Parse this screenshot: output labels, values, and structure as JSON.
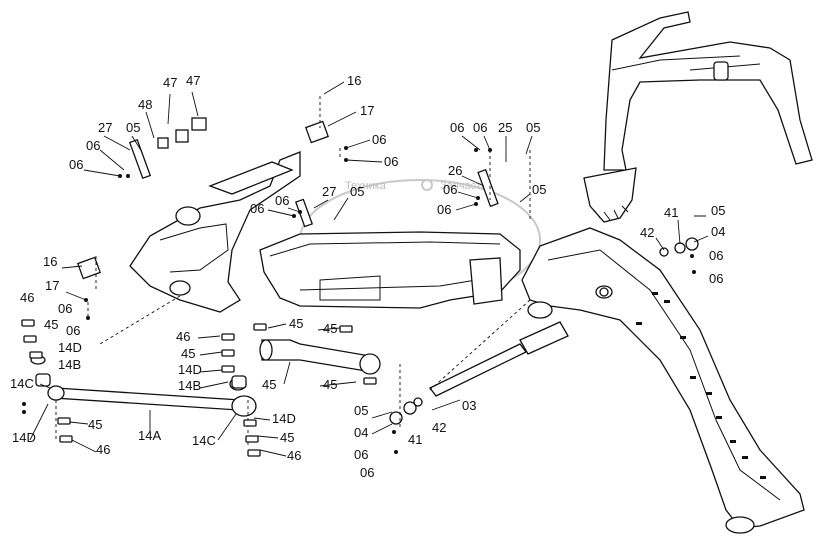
{
  "watermark": {
    "logo": "ЭП",
    "text_left": "Техника",
    "text_right": "Запчасти"
  },
  "labels": [
    {
      "id": "l1",
      "text": "16"
    },
    {
      "id": "l2",
      "text": "17"
    },
    {
      "id": "l3",
      "text": "06"
    },
    {
      "id": "l4",
      "text": "06"
    },
    {
      "id": "l5",
      "text": "47"
    },
    {
      "id": "l6",
      "text": "47"
    },
    {
      "id": "l7",
      "text": "48"
    },
    {
      "id": "l8",
      "text": "27"
    },
    {
      "id": "l9",
      "text": "05"
    },
    {
      "id": "l10",
      "text": "06"
    },
    {
      "id": "l11",
      "text": "06"
    },
    {
      "id": "l12",
      "text": "06"
    },
    {
      "id": "l13",
      "text": "06"
    },
    {
      "id": "l14",
      "text": "25"
    },
    {
      "id": "l15",
      "text": "05"
    },
    {
      "id": "l16",
      "text": "26"
    },
    {
      "id": "l17",
      "text": "06"
    },
    {
      "id": "l18",
      "text": "05"
    },
    {
      "id": "l19",
      "text": "06"
    },
    {
      "id": "l20",
      "text": "06"
    },
    {
      "id": "l21",
      "text": "06"
    },
    {
      "id": "l22",
      "text": "27"
    },
    {
      "id": "l23",
      "text": "05"
    },
    {
      "id": "l24",
      "text": "41"
    },
    {
      "id": "l25",
      "text": "05"
    },
    {
      "id": "l26",
      "text": "42"
    },
    {
      "id": "l27",
      "text": "04"
    },
    {
      "id": "l28",
      "text": "06"
    },
    {
      "id": "l29",
      "text": "06"
    },
    {
      "id": "l30",
      "text": "16"
    },
    {
      "id": "l31",
      "text": "17"
    },
    {
      "id": "l32",
      "text": "46"
    },
    {
      "id": "l33",
      "text": "06"
    },
    {
      "id": "l34",
      "text": "45"
    },
    {
      "id": "l35",
      "text": "06"
    },
    {
      "id": "l36",
      "text": "14D"
    },
    {
      "id": "l37",
      "text": "14B"
    },
    {
      "id": "l38",
      "text": "14C"
    },
    {
      "id": "l39",
      "text": "14D"
    },
    {
      "id": "l40",
      "text": "45"
    },
    {
      "id": "l41",
      "text": "46"
    },
    {
      "id": "l42",
      "text": "14A"
    },
    {
      "id": "l43",
      "text": "14C"
    },
    {
      "id": "l44",
      "text": "14D"
    },
    {
      "id": "l45",
      "text": "45"
    },
    {
      "id": "l46",
      "text": "46"
    },
    {
      "id": "l47",
      "text": "46"
    },
    {
      "id": "l48",
      "text": "45"
    },
    {
      "id": "l49",
      "text": "14D"
    },
    {
      "id": "l50",
      "text": "14B"
    },
    {
      "id": "l51",
      "text": "45"
    },
    {
      "id": "l52",
      "text": "45"
    },
    {
      "id": "l53",
      "text": "45"
    },
    {
      "id": "l54",
      "text": "45"
    },
    {
      "id": "l55",
      "text": "05"
    },
    {
      "id": "l56",
      "text": "04"
    },
    {
      "id": "l57",
      "text": "06"
    },
    {
      "id": "l58",
      "text": "06"
    },
    {
      "id": "l59",
      "text": "41"
    },
    {
      "id": "l60",
      "text": "42"
    },
    {
      "id": "l61",
      "text": "03"
    }
  ]
}
